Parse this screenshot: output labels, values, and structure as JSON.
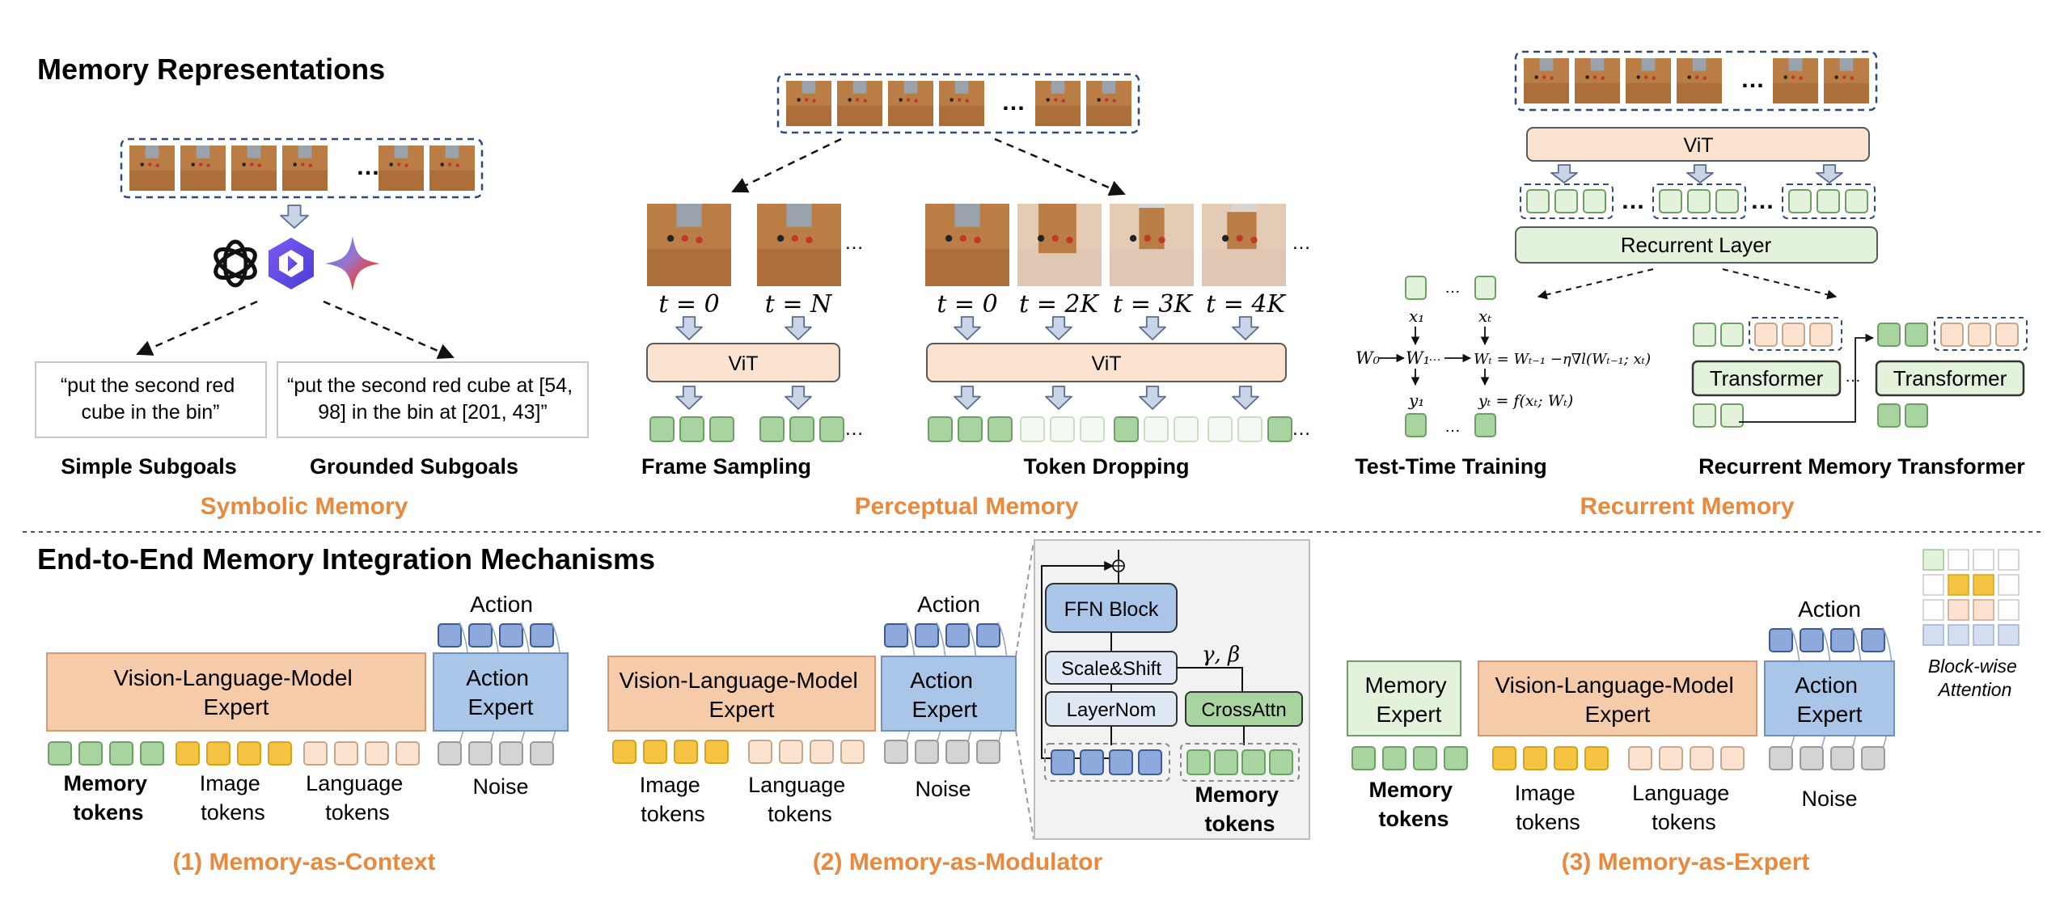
{
  "colors": {
    "orange_label": "#e8893d",
    "peach_fill": "#fbe3cf",
    "peach_stroke": "#c9a58c",
    "vlm_fill": "#f6cba9",
    "vlm_stroke": "#d39a73",
    "blue_fill": "#a9c5e8",
    "blue_stroke": "#6e8fbf",
    "green_fill": "#a8d4a0",
    "green_stroke": "#6ea066",
    "green_light_fill": "#e3f3db",
    "yellow_fill": "#f5c342",
    "gray_fill": "#d4d4d4",
    "dashed_blue": "#2f4a7a",
    "arrow_fill": "#c9d4e6",
    "arrow_stroke": "#5b6c8c"
  },
  "top": {
    "section_title": "Memory Representations",
    "symbolic": {
      "ellipsis": "…",
      "model_icons": [
        "openai-icon",
        "qwen-icon",
        "gemini-icon"
      ],
      "quote_simple_lines": [
        "“put the second red",
        "cube in the bin”"
      ],
      "quote_grounded_lines": [
        "“put the second red cube at [54,",
        "98] in the bin at [201, 43]”"
      ],
      "label_simple": "Simple Subgoals",
      "label_grounded": "Grounded Subgoals",
      "category": "Symbolic Memory"
    },
    "perceptual": {
      "ellipsis": "…",
      "vit": "ViT",
      "frame_times": [
        "t = 0",
        "t = N"
      ],
      "token_times": [
        "t = 0",
        "t = 2K",
        "t = 3K",
        "t = 4K"
      ],
      "label_frame": "Frame Sampling",
      "label_token": "Token Dropping",
      "category": "Perceptual Memory"
    },
    "recurrent": {
      "ellipsis": "…",
      "vit": "ViT",
      "recurrent_layer": "Recurrent Layer",
      "ttt_x1": "x₁",
      "ttt_xt": "xₜ",
      "ttt_w0": "W₀",
      "ttt_w1": "W₁",
      "ttt_wt": "Wₜ = Wₜ₋₁ −η∇l(Wₜ₋₁; xₜ)",
      "ttt_y1": "y₁",
      "ttt_yt": "yₜ = f(xₜ; Wₜ)",
      "transformer": "Transformer",
      "label_ttt": "Test-Time Training",
      "label_rmt": "Recurrent Memory Transformer",
      "category": "Recurrent Memory"
    }
  },
  "bottom": {
    "section_title": "End-to-End Memory Integration Mechanisms",
    "context": {
      "action": "Action",
      "vlm_lines": [
        "Vision-Language-Model",
        "Expert"
      ],
      "action_expert_lines": [
        "Action",
        "Expert"
      ],
      "memory_tokens_lines": [
        "Memory",
        "tokens"
      ],
      "image_tokens_lines": [
        "Image",
        "tokens"
      ],
      "language_tokens_lines": [
        "Language",
        "tokens"
      ],
      "noise": "Noise",
      "caption": "(1) Memory-as-Context"
    },
    "modulator": {
      "action": "Action",
      "vlm_lines": [
        "Vision-Language-Model",
        "Expert"
      ],
      "action_expert_lines": [
        "Action",
        "Expert"
      ],
      "image_tokens_lines": [
        "Image",
        "tokens"
      ],
      "language_tokens_lines": [
        "Language",
        "tokens"
      ],
      "noise": "Noise",
      "ffn": "FFN Block",
      "scale_shift": "Scale&Shift",
      "layernorm": "LayerNom",
      "crossattn": "CrossAttn",
      "gamma_beta": "γ, β",
      "memory_tokens_lines": [
        "Memory",
        "tokens"
      ],
      "caption": "(2) Memory-as-Modulator"
    },
    "expert": {
      "action": "Action",
      "memory_expert_lines": [
        "Memory",
        "Expert"
      ],
      "vlm_lines": [
        "Vision-Language-Model",
        "Expert"
      ],
      "action_expert_lines": [
        "Action",
        "Expert"
      ],
      "memory_tokens_lines": [
        "Memory",
        "tokens"
      ],
      "image_tokens_lines": [
        "Image",
        "tokens"
      ],
      "language_tokens_lines": [
        "Language",
        "tokens"
      ],
      "noise": "Noise",
      "legend_lines": [
        "Block-wise",
        "Attention"
      ],
      "caption": "(3) Memory-as-Expert"
    }
  }
}
